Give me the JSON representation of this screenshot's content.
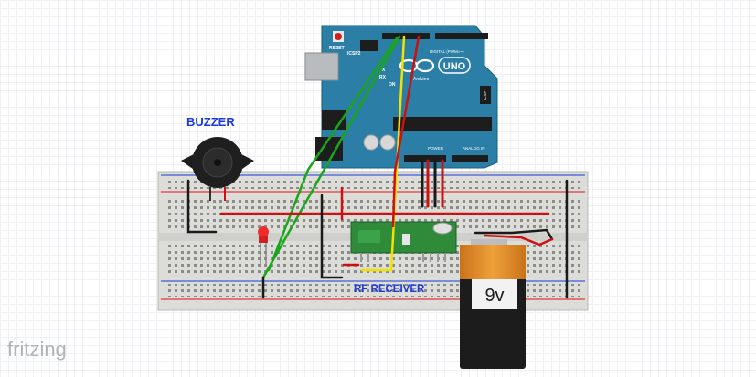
{
  "labels": {
    "buzzer": "BUZZER",
    "rf_receiver": "RF RECEIVER",
    "battery": "9v",
    "watermark": "fritzing"
  },
  "arduino": {
    "model": "UNO",
    "brand": "Arduino",
    "reset": "RESET",
    "icsp2": "ICSP2",
    "icsp": "ICSP",
    "tx": "TX",
    "rx": "RX",
    "on": "ON",
    "digital": "DIGITAL (PWM=~)",
    "power": "POWER",
    "analog": "ANALOG IN"
  },
  "colors": {
    "arduino_board": "#2b7ea5",
    "breadboard": "#d9d9d6",
    "rail_red": "#e23b3b",
    "rail_blue": "#3f5bd6",
    "wire_green": "#1aa51a",
    "wire_yellow": "#f3e100",
    "wire_red": "#cc1111",
    "wire_black": "#1a1a1a",
    "label_blue": "#1d3bd9",
    "rf_module": "#2f8a3a",
    "battery_orange": "#e5891d"
  }
}
